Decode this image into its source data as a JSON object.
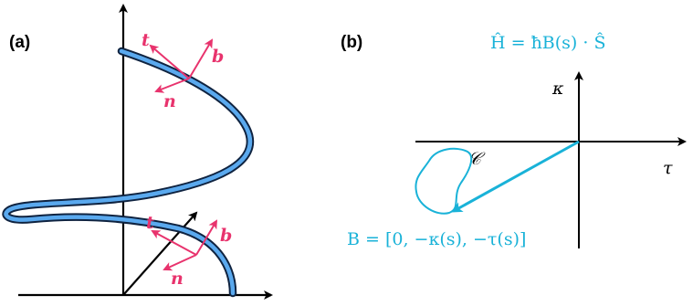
{
  "panel_a": {
    "label": "(a)",
    "vectors_top": {
      "t": "t",
      "b": "b",
      "n": "n"
    },
    "vectors_bottom": {
      "t": "t",
      "b": "b",
      "n": "n"
    }
  },
  "panel_b": {
    "label": "(b)",
    "hamiltonian": "Ĥ = ħB(s) · Ŝ",
    "axis_vertical": "κ",
    "axis_horizontal": "τ",
    "curve_label": "𝒞",
    "field_vector": "B = [0, −κ(s), −τ(s)]"
  },
  "colors": {
    "curve_outline": "#0f2340",
    "curve_fill": "#5aa9ee",
    "frame_vectors": "#e8336d",
    "field": "#19b2d8",
    "axes": "#000000"
  }
}
